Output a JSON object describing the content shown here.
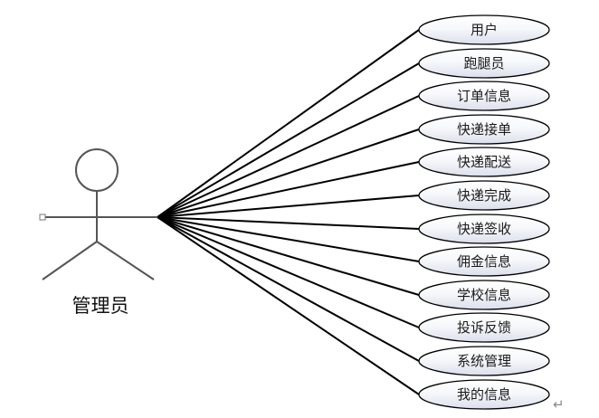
{
  "actor": {
    "label": "管理员"
  },
  "use_cases": [
    {
      "label": "用户"
    },
    {
      "label": "跑腿员"
    },
    {
      "label": "订单信息"
    },
    {
      "label": "快递接单"
    },
    {
      "label": "快递配送"
    },
    {
      "label": "快递完成"
    },
    {
      "label": "快递签收"
    },
    {
      "label": "佣金信息"
    },
    {
      "label": "学校信息"
    },
    {
      "label": "投诉反馈"
    },
    {
      "label": "系统管理"
    },
    {
      "label": "我的信息"
    }
  ],
  "return_mark": "↵",
  "colors": {
    "stroke": "#000000",
    "actor_stroke": "#555555",
    "ellipse_fill_light": "#ffffff",
    "ellipse_fill_dark": "#dde0ee"
  },
  "icons": [
    "return-arrow-icon"
  ]
}
